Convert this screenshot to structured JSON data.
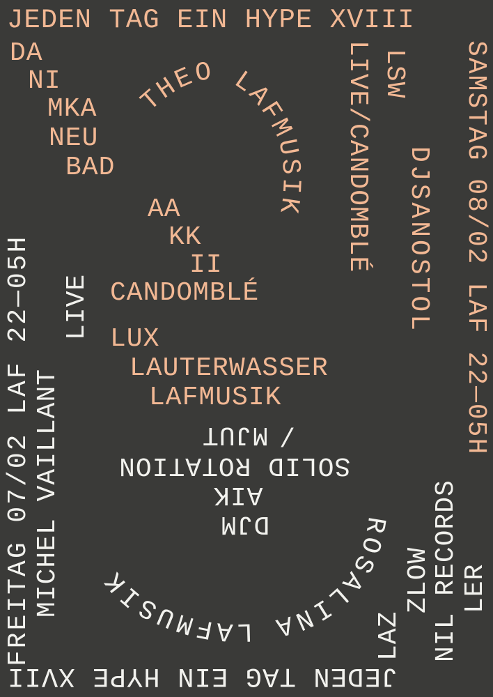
{
  "colors": {
    "background": "#3a3a38",
    "accent": "#f2b894",
    "light": "#f2f2ee"
  },
  "header_top": "JEDEN TAG EIN HYPE XVIII",
  "footer_bottom": "JEDEN TAG EIN HYPE XVII",
  "saturday": {
    "date_line": "SAMSTAG 08/02 LAF 22—05H",
    "left_list": [
      "DA",
      "NI",
      "MKA",
      "NEU",
      "BAD"
    ],
    "arc_name": "THEO LAFMUSIK",
    "center_list": [
      "AA",
      "KK",
      "II",
      "CANDOMBLÉ"
    ],
    "lux_lines": [
      "LUX",
      "LAUTERWASSER",
      "LAFMUSIK"
    ],
    "lsw": "LSW",
    "live_candomble": "LIVE/CANDOMBLÉ",
    "djsanostol": "DJSANOSTOL"
  },
  "friday": {
    "date_line": "FREITAG 07/02 LAF 22—05H",
    "michel": "MICHEL VAILLANT",
    "live": "LIVE",
    "center_list": [
      "MJUT",
      "/",
      "SOLID ROTATION",
      "AIK",
      "DJM"
    ],
    "arc_name": "ROSALINA LAFMUSIK",
    "right_list": [
      "LAZ",
      "ZLOW",
      "NIL RECORDS",
      "LER"
    ]
  }
}
